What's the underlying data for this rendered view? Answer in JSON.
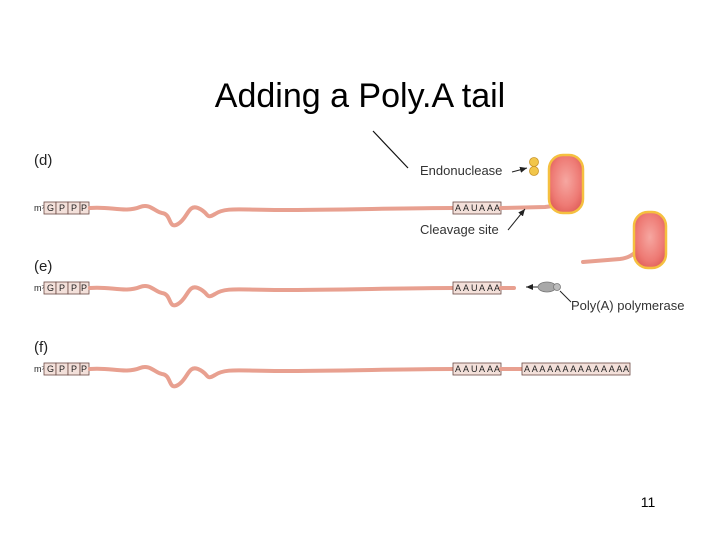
{
  "slide": {
    "title": "Adding a Poly.A tail",
    "page_number": "11"
  },
  "diagram": {
    "steps": [
      "(d)",
      "(e)",
      "(f)"
    ],
    "cap": {
      "prefix": "m⁷",
      "boxes": [
        "G",
        "P",
        "P",
        "P"
      ]
    },
    "signal_boxes": [
      "A",
      "A",
      "U",
      "A",
      "A",
      "A"
    ],
    "polya_boxes": [
      "A",
      "A",
      "A",
      "A",
      "A",
      "A",
      "A",
      "A",
      "A",
      "A",
      "A",
      "A",
      "A",
      "A"
    ],
    "labels": {
      "endonuclease": "Endonuclease",
      "cleavage_site": "Cleavage site",
      "polya_polymerase": "Poly(A) polymerase"
    },
    "colors": {
      "rna": "#e8a090",
      "protein_fill": "#ef7d78",
      "protein_outline": "#f5c040",
      "endonuclease": "#f2c64a",
      "polymerase": "#a8a8a8"
    }
  }
}
